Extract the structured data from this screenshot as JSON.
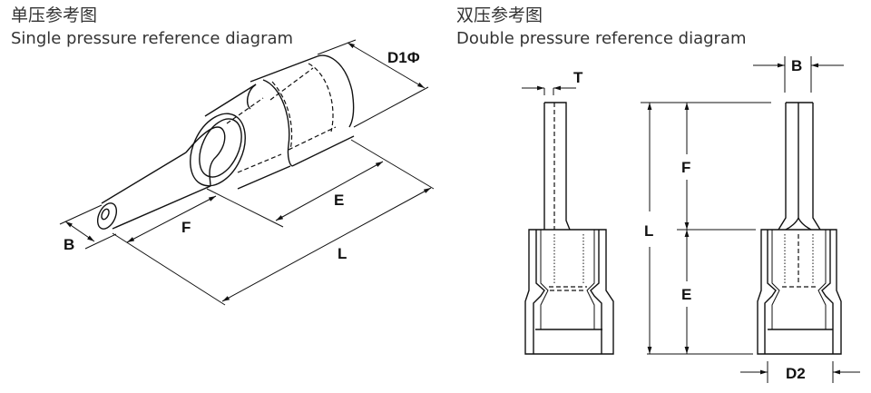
{
  "single": {
    "title_zh": "单压参考图",
    "title_en": "Single pressure reference diagram",
    "labels": {
      "d1": "D1Φ",
      "e": "E",
      "f": "F",
      "l": "L",
      "b": "B"
    }
  },
  "double": {
    "title_zh": "双压参考图",
    "title_en": "Double pressure reference diagram",
    "labels": {
      "t": "T",
      "b": "B",
      "f": "F",
      "l": "L",
      "e": "E",
      "d2": "D2"
    }
  }
}
